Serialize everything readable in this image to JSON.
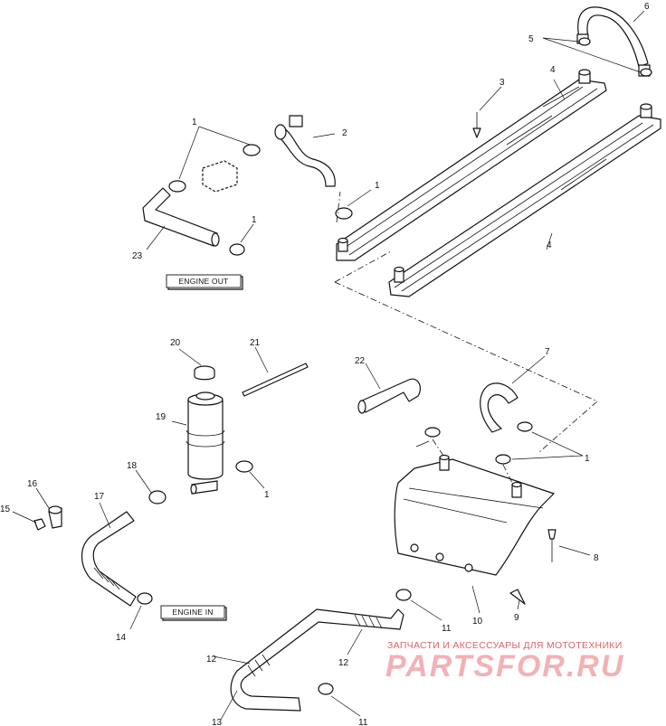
{
  "diagram": {
    "box_labels": {
      "engine_out": "ENGINE OUT",
      "engine_in": "ENGINE IN"
    },
    "callouts": [
      {
        "id": "c1a",
        "text": "1"
      },
      {
        "id": "c2",
        "text": "2"
      },
      {
        "id": "c1b",
        "text": "1"
      },
      {
        "id": "c1c",
        "text": "1"
      },
      {
        "id": "c23",
        "text": "23"
      },
      {
        "id": "c3",
        "text": "3"
      },
      {
        "id": "c4a",
        "text": "4"
      },
      {
        "id": "c4b",
        "text": "4"
      },
      {
        "id": "c5",
        "text": "5"
      },
      {
        "id": "c6",
        "text": "6"
      },
      {
        "id": "c20",
        "text": "20"
      },
      {
        "id": "c21",
        "text": "21"
      },
      {
        "id": "c22",
        "text": "22"
      },
      {
        "id": "c7",
        "text": "7"
      },
      {
        "id": "c19",
        "text": "19"
      },
      {
        "id": "c1d",
        "text": "1"
      },
      {
        "id": "c1e",
        "text": "1"
      },
      {
        "id": "c18",
        "text": "18"
      },
      {
        "id": "c16",
        "text": "16"
      },
      {
        "id": "c17",
        "text": "17"
      },
      {
        "id": "c15",
        "text": "15"
      },
      {
        "id": "c8",
        "text": "8"
      },
      {
        "id": "c14",
        "text": "14"
      },
      {
        "id": "c11a",
        "text": "11"
      },
      {
        "id": "c10",
        "text": "10"
      },
      {
        "id": "c9",
        "text": "9"
      },
      {
        "id": "c12a",
        "text": "12"
      },
      {
        "id": "c12b",
        "text": "12"
      },
      {
        "id": "c13",
        "text": "13"
      },
      {
        "id": "c11b",
        "text": "11"
      }
    ]
  },
  "watermark": {
    "tagline": "ЗАПЧАСТИ И АКСЕССУАРЫ ДЛЯ МОТОТЕХНИКИ",
    "brand": "PARTSFOR.RU"
  }
}
